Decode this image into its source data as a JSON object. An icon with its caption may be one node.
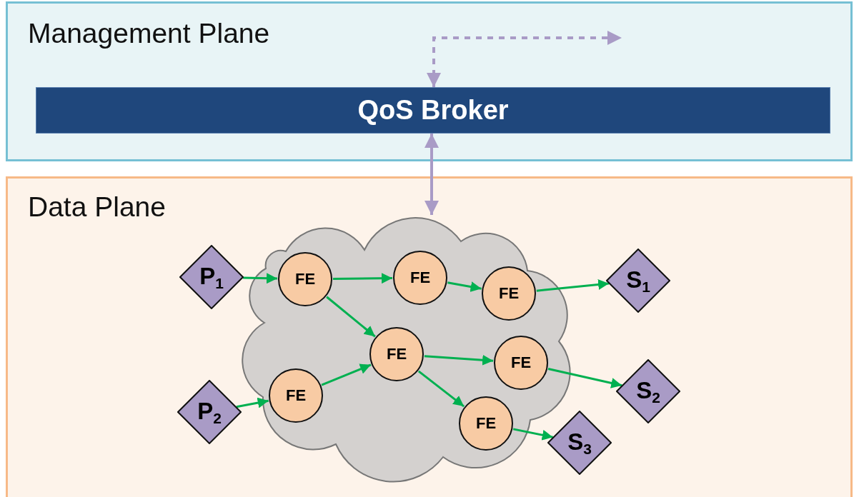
{
  "diagram": {
    "nodes": [
      {
        "text": [
          "Management Plane"
        ]
      },
      {
        "text": [
          "QoS Broker"
        ],
        "in": 0
      },
      {
        "text": [
          "Data Plane"
        ]
      },
      {
        "text": [],
        "shape": "cloud",
        "in": 2
      },
      {
        "text": [
          "P$_{1}$"
        ],
        "in": 2
      },
      {
        "text": [
          "P$_{2}$"
        ],
        "in": 2
      },
      {
        "text": [
          "FE"
        ],
        "in": 3
      },
      {
        "text": [
          "FE"
        ],
        "in": 3
      },
      {
        "text": [
          "FE"
        ],
        "in": 3
      },
      {
        "text": [
          "FE"
        ],
        "in": 3
      },
      {
        "text": [
          "FE"
        ],
        "in": 3
      },
      {
        "text": [
          "FE"
        ],
        "in": 3
      },
      {
        "text": [
          "FE"
        ],
        "in": 3
      },
      {
        "text": [
          "S$_{1}$"
        ],
        "in": 2
      },
      {
        "text": [
          "S$_{2}$"
        ],
        "in": 2
      },
      {
        "text": [
          "S$_{3}$"
        ],
        "in": 2
      }
    ],
    "edges": [
      {
        "from": 1,
        "to": null,
        "arrow": "both",
        "style": "dashed",
        "color": "#a99bc6"
      },
      {
        "from": 1,
        "to": 3,
        "arrow": "both",
        "color": "#a99bc6"
      },
      {
        "from": 4,
        "to": 6,
        "arrow": "to"
      },
      {
        "from": 6,
        "to": 7,
        "arrow": "to"
      },
      {
        "from": 7,
        "to": 8,
        "arrow": "to"
      },
      {
        "from": 8,
        "to": 13,
        "arrow": "to"
      },
      {
        "from": 6,
        "to": 9,
        "arrow": "to"
      },
      {
        "from": 5,
        "to": 11,
        "arrow": "to"
      },
      {
        "from": 11,
        "to": 9,
        "arrow": "to"
      },
      {
        "from": 9,
        "to": 10,
        "arrow": "to"
      },
      {
        "from": 10,
        "to": 14,
        "arrow": "to"
      },
      {
        "from": 9,
        "to": 12,
        "arrow": "to"
      },
      {
        "from": 12,
        "to": 15,
        "arrow": "to"
      }
    ]
  }
}
